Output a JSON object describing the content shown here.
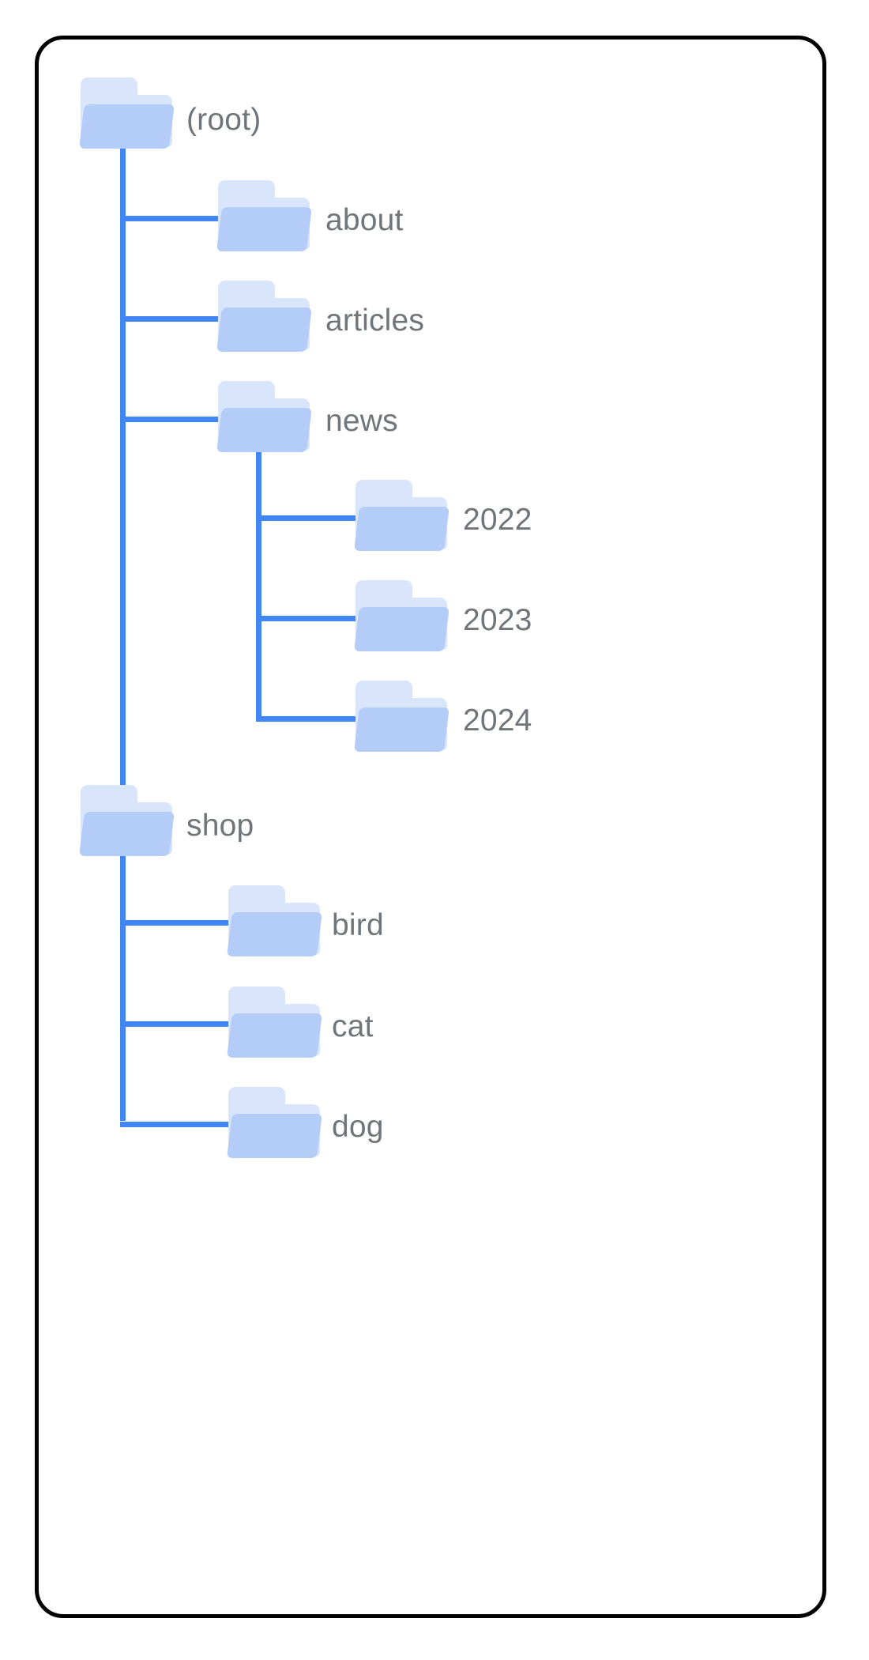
{
  "card": {
    "border_color": "#000000",
    "background": "#ffffff"
  },
  "theme": {
    "connector_color": "#4285F4",
    "folder_front_color": "#B4CDF8",
    "folder_back_color": "#D9E5FB",
    "label_color": "#70757A"
  },
  "diagram": {
    "type": "folder-tree",
    "title": "",
    "nodes": [
      {
        "id": "root",
        "label": "(root)",
        "depth": 0,
        "icon": "folder-icon",
        "parent": null
      },
      {
        "id": "about",
        "label": "about",
        "depth": 1,
        "icon": "folder-icon",
        "parent": "root"
      },
      {
        "id": "articles",
        "label": "articles",
        "depth": 1,
        "icon": "folder-icon",
        "parent": "root"
      },
      {
        "id": "news",
        "label": "news",
        "depth": 1,
        "icon": "folder-icon",
        "parent": "root"
      },
      {
        "id": "2022",
        "label": "2022",
        "depth": 2,
        "icon": "folder-icon",
        "parent": "news"
      },
      {
        "id": "2023",
        "label": "2023",
        "depth": 2,
        "icon": "folder-icon",
        "parent": "news"
      },
      {
        "id": "2024",
        "label": "2024",
        "depth": 2,
        "icon": "folder-icon",
        "parent": "news"
      },
      {
        "id": "shop",
        "label": "shop",
        "depth": 1,
        "icon": "folder-icon",
        "parent": "root"
      },
      {
        "id": "bird",
        "label": "bird",
        "depth": 2,
        "icon": "folder-icon",
        "parent": "shop"
      },
      {
        "id": "cat",
        "label": "cat",
        "depth": 2,
        "icon": "folder-icon",
        "parent": "shop"
      },
      {
        "id": "dog",
        "label": "dog",
        "depth": 2,
        "icon": "folder-icon",
        "parent": "shop"
      }
    ]
  }
}
